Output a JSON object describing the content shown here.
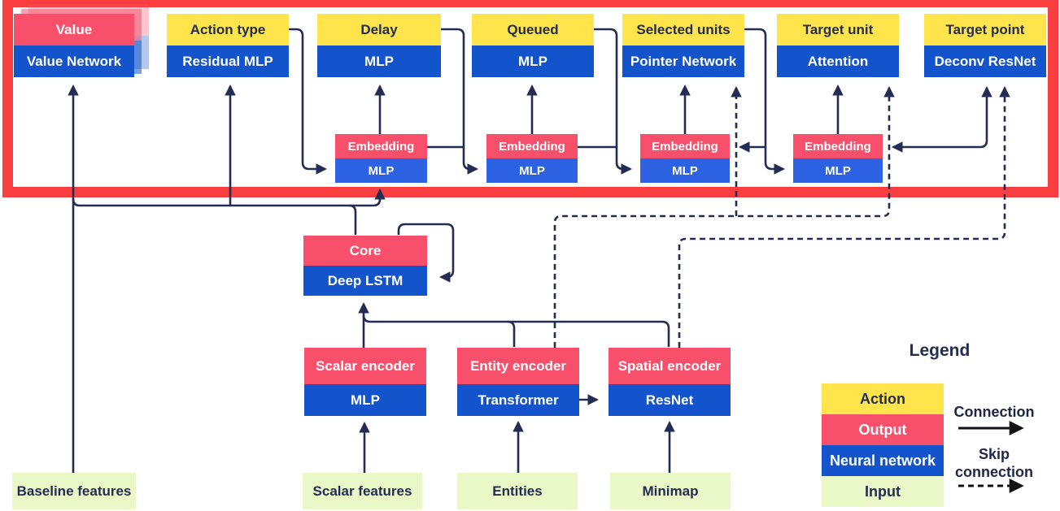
{
  "diagram": {
    "heads": [
      {
        "top": "Value",
        "bottom": "Value Network"
      },
      {
        "top": "Action type",
        "bottom": "Residual MLP"
      },
      {
        "top": "Delay",
        "bottom": "MLP"
      },
      {
        "top": "Queued",
        "bottom": "MLP"
      },
      {
        "top": "Selected units",
        "bottom": "Pointer Network"
      },
      {
        "top": "Target unit",
        "bottom": "Attention"
      },
      {
        "top": "Target point",
        "bottom": "Deconv ResNet"
      }
    ],
    "embeddings": [
      {
        "top": "Embedding",
        "bottom": "MLP"
      },
      {
        "top": "Embedding",
        "bottom": "MLP"
      },
      {
        "top": "Embedding",
        "bottom": "MLP"
      },
      {
        "top": "Embedding",
        "bottom": "MLP"
      }
    ],
    "core": {
      "top": "Core",
      "bottom": "Deep LSTM"
    },
    "encoders": [
      {
        "top": "Scalar encoder",
        "bottom": "MLP"
      },
      {
        "top": "Entity encoder",
        "bottom": "Transformer"
      },
      {
        "top": "Spatial encoder",
        "bottom": "ResNet"
      }
    ],
    "inputs": [
      {
        "label": "Baseline features"
      },
      {
        "label": "Scalar features"
      },
      {
        "label": "Entities"
      },
      {
        "label": "Minimap"
      }
    ],
    "legend": {
      "title": "Legend",
      "swatches": [
        {
          "label": "Action"
        },
        {
          "label": "Output"
        },
        {
          "label": "Neural network"
        },
        {
          "label": "Input"
        }
      ],
      "connection_label": "Connection",
      "skip_label": "Skip connection"
    },
    "colors": {
      "yellow": "#FFE44C",
      "pink": "#F8506B",
      "blue": "#1353CB",
      "blue2": "#2D62E3",
      "green": "#EAF8C8",
      "navy": "#232C52",
      "frame": "#F83E3E",
      "black": "#121212"
    }
  }
}
